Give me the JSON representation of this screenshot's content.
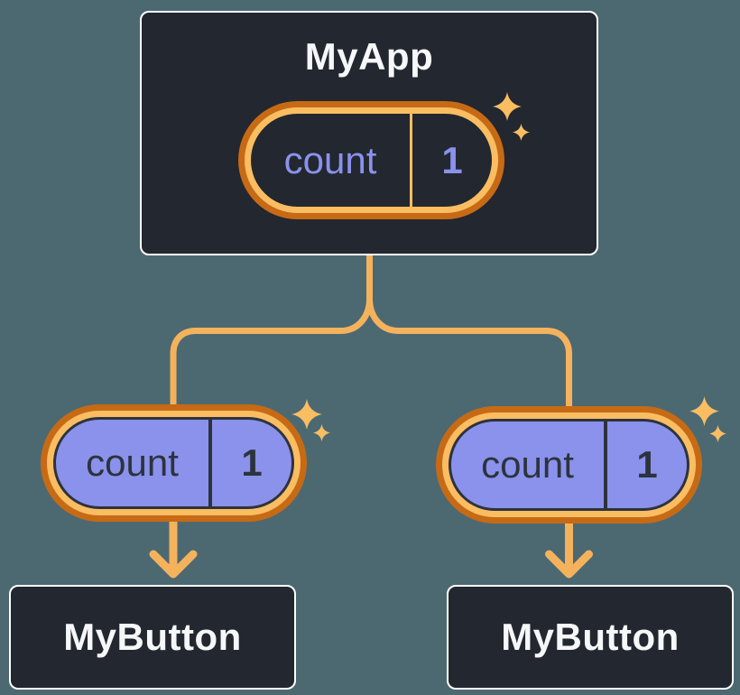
{
  "diagram": {
    "root": {
      "title": "MyApp",
      "state": {
        "name": "count",
        "value": "1"
      }
    },
    "children": [
      {
        "title": "MyButton",
        "prop": {
          "name": "count",
          "value": "1"
        }
      },
      {
        "title": "MyButton",
        "prop": {
          "name": "count",
          "value": "1"
        }
      }
    ]
  },
  "icons": {
    "sparkle": "sparkle-icon"
  },
  "colors": {
    "background": "#4C6972",
    "component_box": "#23272F",
    "component_border": "#FFFFFF",
    "pill_outer_orange": "#C76A15",
    "pill_inner_orange": "#FABD62",
    "prop_purple": "#8A92EC",
    "connector_orange": "#F5B25C",
    "text_light": "#F6F7F9",
    "text_dark": "#2D333D"
  }
}
